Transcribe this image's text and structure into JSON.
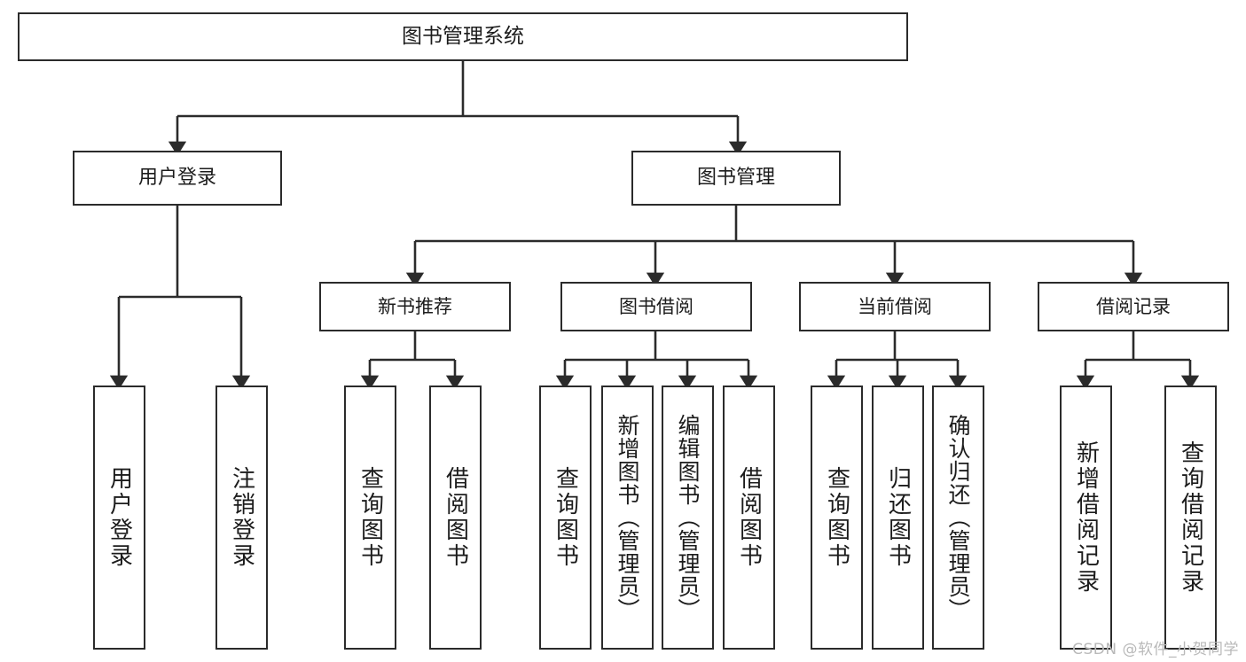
{
  "diagram": {
    "type": "tree-hierarchy",
    "title": "图书管理系统",
    "root": {
      "id": "root",
      "label": "图书管理系统"
    },
    "level2": [
      {
        "id": "user-login",
        "label": "用户登录"
      },
      {
        "id": "book-management",
        "label": "图书管理"
      }
    ],
    "level3": [
      {
        "id": "new-book-recommend",
        "label": "新书推荐",
        "parent": "book-management"
      },
      {
        "id": "book-borrow",
        "label": "图书借阅",
        "parent": "book-management"
      },
      {
        "id": "current-borrow",
        "label": "当前借阅",
        "parent": "book-management"
      },
      {
        "id": "borrow-record",
        "label": "借阅记录",
        "parent": "book-management"
      }
    ],
    "leaves": [
      {
        "id": "leaf-user-login",
        "label": "用户登录",
        "parent": "user-login"
      },
      {
        "id": "leaf-logout",
        "label": "注销登录",
        "parent": "user-login"
      },
      {
        "id": "leaf-query-book-1",
        "label": "查询图书",
        "parent": "new-book-recommend"
      },
      {
        "id": "leaf-borrow-book-1",
        "label": "借阅图书",
        "parent": "new-book-recommend"
      },
      {
        "id": "leaf-query-book-2",
        "label": "查询图书",
        "parent": "book-borrow"
      },
      {
        "id": "leaf-add-book",
        "label": "新增图书（管理员）",
        "parent": "book-borrow"
      },
      {
        "id": "leaf-edit-book",
        "label": "编辑图书（管理员）",
        "parent": "book-borrow"
      },
      {
        "id": "leaf-borrow-book-2",
        "label": "借阅图书",
        "parent": "book-borrow"
      },
      {
        "id": "leaf-query-book-3",
        "label": "查询图书",
        "parent": "current-borrow"
      },
      {
        "id": "leaf-return-book",
        "label": "归还图书",
        "parent": "current-borrow"
      },
      {
        "id": "leaf-confirm-return",
        "label": "确认归还（管理员）",
        "parent": "current-borrow"
      },
      {
        "id": "leaf-add-record",
        "label": "新增借阅记录",
        "parent": "borrow-record"
      },
      {
        "id": "leaf-query-record",
        "label": "查询借阅记录",
        "parent": "borrow-record"
      }
    ]
  },
  "watermark": {
    "text": "CSDN @软件_小贺同学"
  },
  "colors": {
    "stroke": "#2b2b2b",
    "fill": "#ffffff",
    "text": "#1c1c1c",
    "watermark": "#b9b9b9"
  }
}
